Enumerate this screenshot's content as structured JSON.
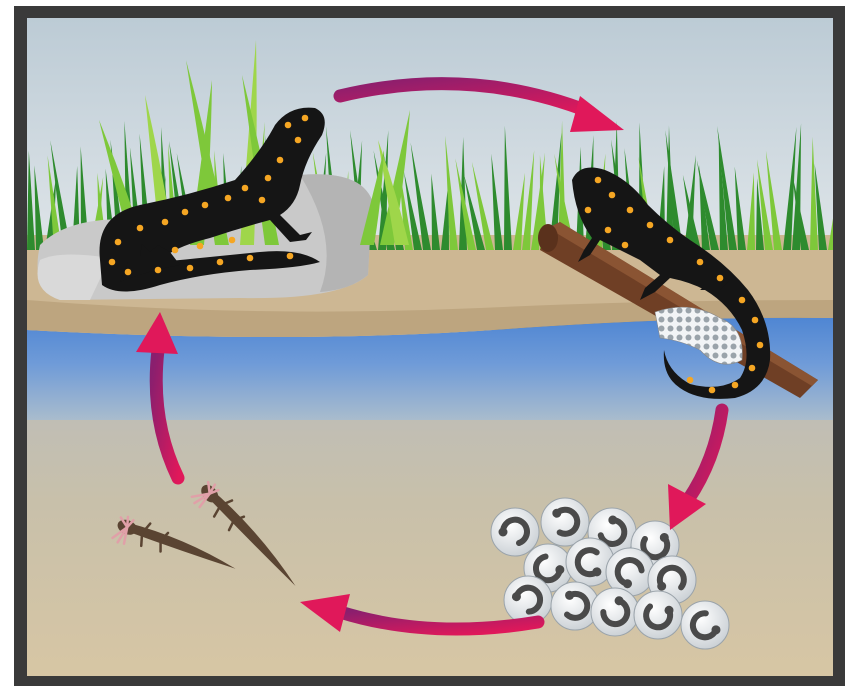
{
  "diagram": {
    "stages": [
      {
        "id": "adult-on-land",
        "icon": "adult-salamander-icon"
      },
      {
        "id": "adult-laying-eggs",
        "icon": "egg-laying-salamander-icon"
      },
      {
        "id": "eggs",
        "icon": "egg-mass-icon"
      },
      {
        "id": "larvae",
        "icon": "larva-icon"
      }
    ],
    "cycle_direction": "clockwise",
    "colors": {
      "frame": "#3a3a3a",
      "sky_top": "#c9d6de",
      "sky_bottom": "#dfe6ea",
      "grass_dark": "#2e8b2e",
      "grass_light": "#7ec83a",
      "ground": "#cdb894",
      "water": "#5b8fd6",
      "water_deep": "#8aa7c9",
      "pond_floor": "#c9bfa6",
      "rock": "#c8c8c8",
      "salamander": "#141414",
      "spots": "#f5a623",
      "log": "#6b3d24",
      "arrow": "#c8185f",
      "egg": "#e9ecef",
      "embryo": "#4a4a4a",
      "larva": "#5a4432",
      "gills": "#e0a0a8"
    }
  }
}
